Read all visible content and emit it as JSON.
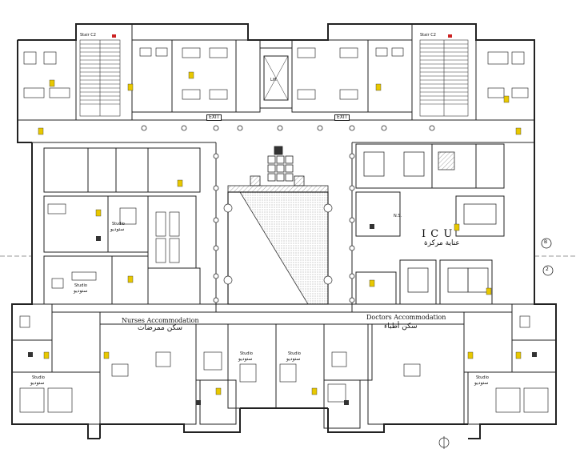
{
  "labels": {
    "icu": "I C U",
    "icu_ar": "عناية مركزة",
    "nurses_acc": "Nurses Accommodation",
    "nurses_acc_ar": "سكن ممرضات",
    "doctors_acc": "Doctors Accommodation",
    "doctors_acc_ar": "سكن أطباء",
    "exit": "EXIT",
    "lift": "Lift",
    "ns": "N.S.",
    "studio": "Studio",
    "studio_ar": "ستوديو",
    "staircase": "Stair C2",
    "grid_b": "B",
    "grid_2": "2"
  },
  "colors": {
    "line": "#1a1a1a",
    "wall": "#222222",
    "hatch": "#555555",
    "furniture_yellow": "#e8c800",
    "accent_red": "#cc2222"
  }
}
